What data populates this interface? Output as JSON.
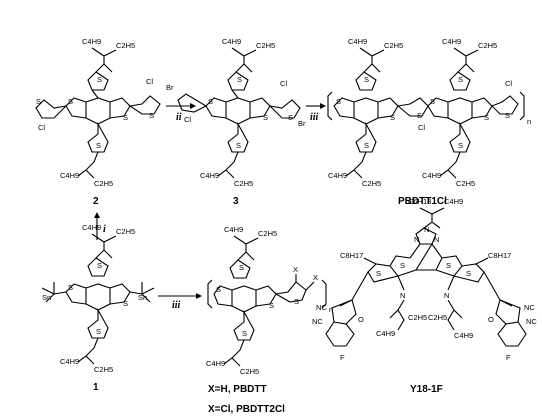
{
  "compounds": {
    "c2": "2",
    "c3": "3",
    "c1": "1",
    "pbdtt1cl": "PBDTT1Cl",
    "y18": "Y18-1F"
  },
  "steps": {
    "i": "i",
    "ii": "ii",
    "iii_top": "iii",
    "iii_bottom": "iii"
  },
  "captions": {
    "h": "X=H,   PBDTT",
    "cl": "X=Cl,  PBDTT2Cl"
  },
  "atoms": {
    "S": "S",
    "Cl": "Cl",
    "Br": "Br",
    "Sn": "Sn",
    "X": "X",
    "N": "N",
    "O": "O",
    "F": "F",
    "CN": "NC",
    "n": "n",
    "c4h9": "C4H9",
    "c2h5": "C2H5",
    "c6h13": "C6H13",
    "c8h17": "C8H17"
  }
}
